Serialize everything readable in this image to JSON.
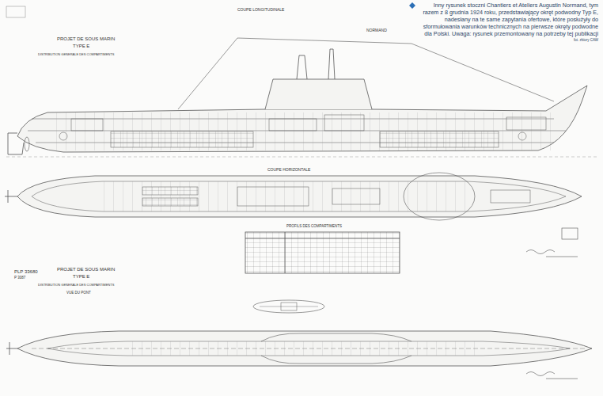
{
  "diagram": {
    "caption": "Inny rysunek stoczni Chantiers et Ateliers Augustin Normand, tym razem z 8 grudnia 1924 roku, przedstawiający okręt podwodny Typ E, nadesłany na te same zapytania ofertowe, które posłużyły do sformułowania warunków technicznych na pierwsze okręty podwodne dla Polski. Uwaga: rysunek przemontowany na potrzeby tej publikacji",
    "labels": [
      "fot. zbiory CAW",
      "PROJET DE SOUS MARIN",
      "TYPE E",
      "DISTRIBUTION GENERALE DES COMPARTIMENTS",
      "COUPE LONGITUDINALE",
      "NORMAND",
      "COUPE HORIZONTALE",
      "PROFILS DES COMPARTIMENTS",
      "PLP 33680",
      "P 3087",
      "PROJET DE SOUS MARIN",
      "TYPE E",
      "DISTRIBUTION GENERALE DES COMPARTIMENTS",
      "VUE DU PONT"
    ]
  }
}
